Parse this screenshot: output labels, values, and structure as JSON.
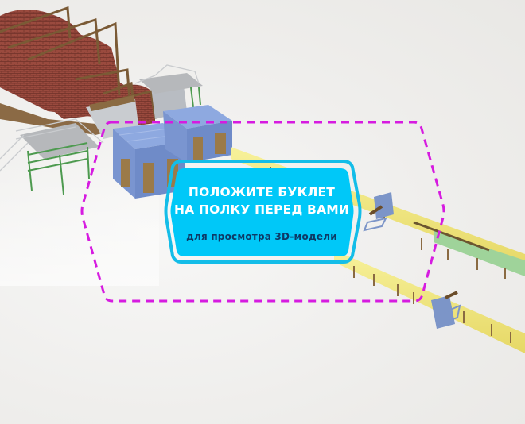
{
  "prompt": {
    "title_lines": [
      "ПОЛОЖИТЕ БУКЛЕТ",
      "НА ПОЛКУ ПЕРЕД ВАМИ"
    ],
    "subtitle": "для просмотра 3D-модели"
  },
  "colors": {
    "badge_fill": "#00c8f8",
    "badge_outline": "#14bde8",
    "title_text": "#ffffff",
    "subtitle_text": "#0d3a66",
    "scan_frame": "#d61be0",
    "background": "#eeedeb"
  },
  "scene": {
    "description": "3D render of an industrial production line: brick kiln with steel frames, platforms with railings, blue enclosures, yellow conveyor lines with transfer stations"
  }
}
